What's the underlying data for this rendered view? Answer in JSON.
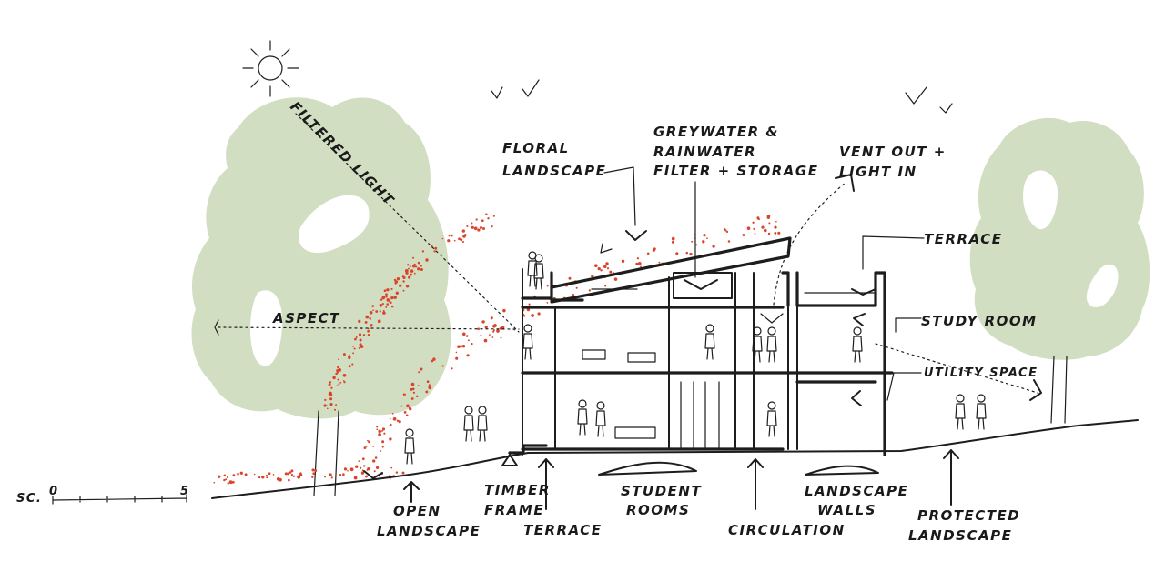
{
  "labels": {
    "filtered_light": "FILTERED LIGHT",
    "aspect": "ASPECT",
    "floral_landscape": [
      "FLORAL",
      "LANDSCAPE"
    ],
    "greywater": [
      "GREYWATER &",
      "RAINWATER",
      "FILTER + STORAGE"
    ],
    "vent_out": [
      "VENT OUT +",
      "LIGHT IN"
    ],
    "terrace_top": "TERRACE",
    "study_room": "STUDY ROOM",
    "utility_space": "UTILITY SPACE",
    "open_landscape": [
      "OPEN",
      "LANDSCAPE"
    ],
    "timber_frame": [
      "TIMBER",
      "FRAME"
    ],
    "terrace_bottom": "TERRACE",
    "student_rooms": [
      "STUDENT",
      "ROOMS"
    ],
    "circulation": "CIRCULATION",
    "landscape_walls": [
      "LANDSCAPE",
      "WALLS"
    ],
    "protected_landscape": [
      "PROTECTED",
      "LANDSCAPE"
    ]
  },
  "scale_bar": {
    "prefix": "SC.",
    "start": "0",
    "end": "5"
  },
  "colors": {
    "tree": "#c9d8b6",
    "seed_dots": "#d9442b",
    "ink": "#1d1d1d"
  }
}
